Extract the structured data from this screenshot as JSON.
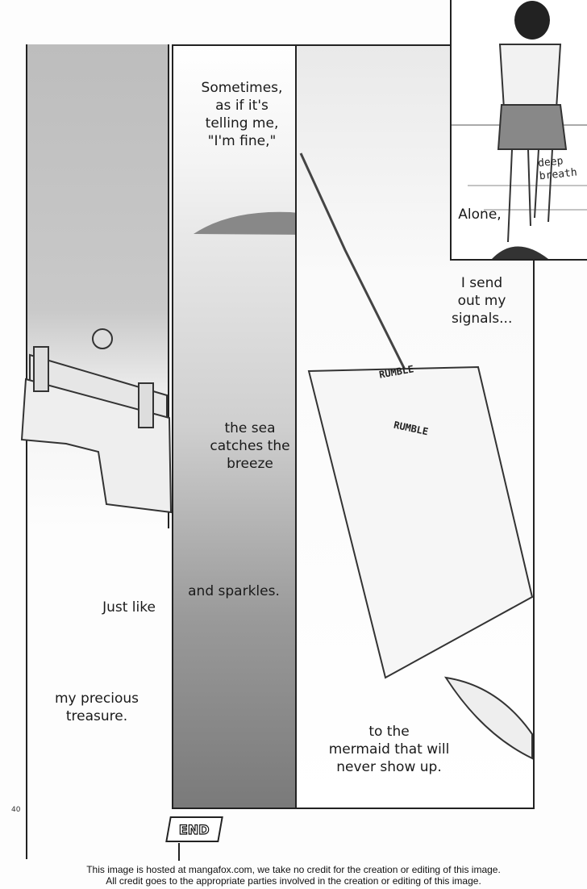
{
  "panels": {
    "top_right": {
      "caption": "Alone,",
      "sfx": "deep\nbreath"
    },
    "middle": {
      "caption_1": "Sometimes,\nas if it's\ntelling me,\n\"I'm fine,\"",
      "caption_2": "the sea\ncatches the\nbreeze",
      "caption_3": "and sparkles."
    },
    "left": {
      "caption_1": "Just like",
      "caption_2": "my precious\ntreasure."
    },
    "right": {
      "caption_1": "I send\nout my\nsignals...",
      "caption_2": "to the\nmermaid that will\nnever show up.",
      "sfx_1": "RUMBLE",
      "sfx_2": "RUMBLE"
    }
  },
  "end_label": "END",
  "page_number": "40",
  "credit": {
    "line_1": "This image is hosted at mangafox.com, we take no credit for the creation or editing of this image.",
    "line_2": "All credit goes to the appropriate parties involved in the creation or editing of this image."
  }
}
